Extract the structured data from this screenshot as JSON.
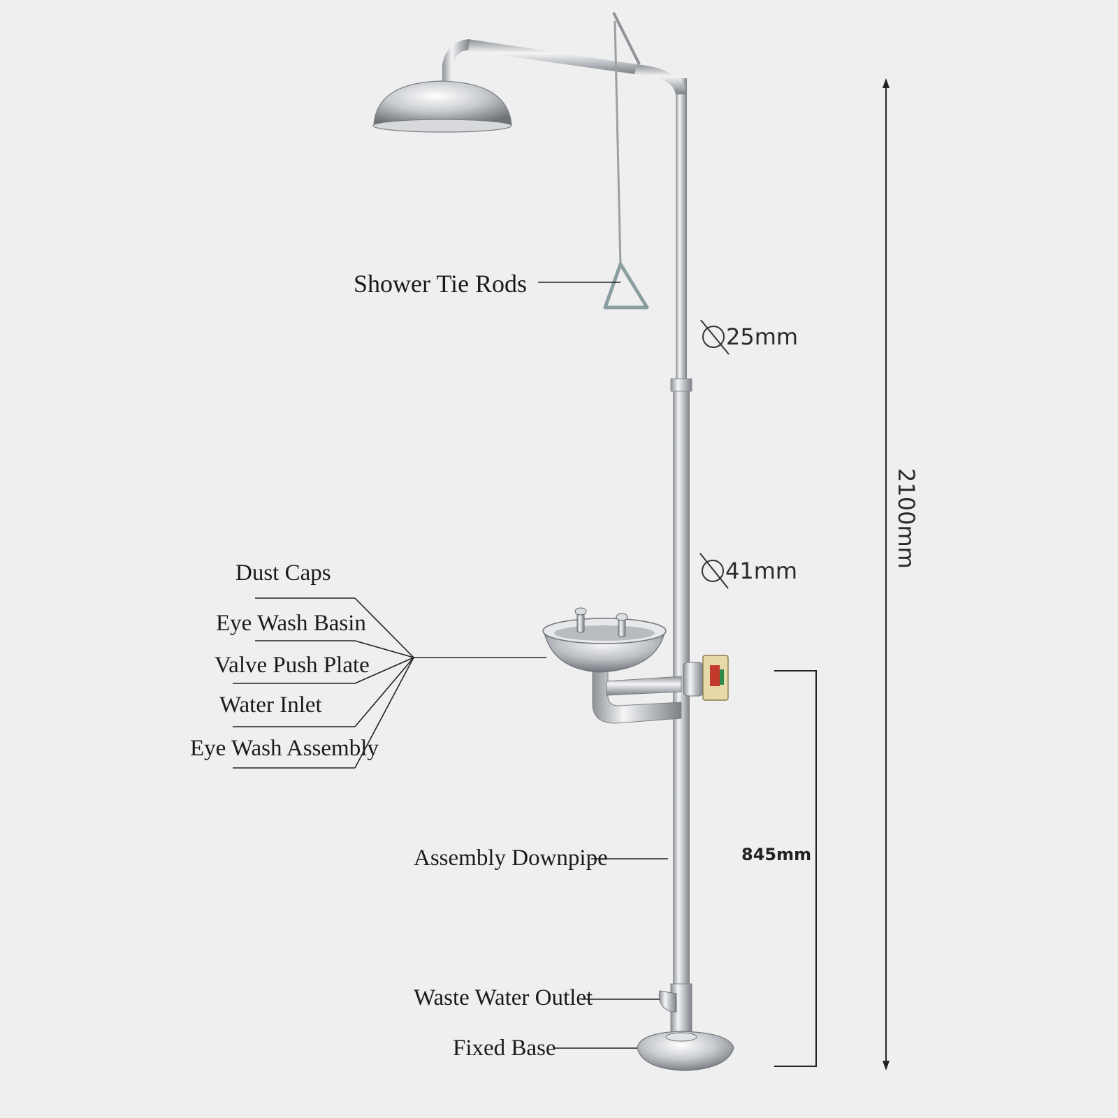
{
  "labels": {
    "shower_tie_rods": "Shower Tie Rods",
    "dust_caps": "Dust Caps",
    "eye_wash_basin": "Eye Wash Basin",
    "valve_push_plate": "Valve Push Plate",
    "water_inlet": "Water Inlet",
    "eye_wash_assembly": "Eye Wash Assembly",
    "assembly_downpipe": "Assembly Downpipe",
    "waste_water_outlet": "Waste Water Outlet",
    "fixed_base": "Fixed Base"
  },
  "dimensions": {
    "upper_pipe_diameter": "25mm",
    "lower_pipe_diameter": "41mm",
    "total_height": "2100mm",
    "eyewash_height": "845mm"
  },
  "colors": {
    "background": "#efeff0",
    "steel": "#c9ccd0",
    "ink": "#222222"
  }
}
